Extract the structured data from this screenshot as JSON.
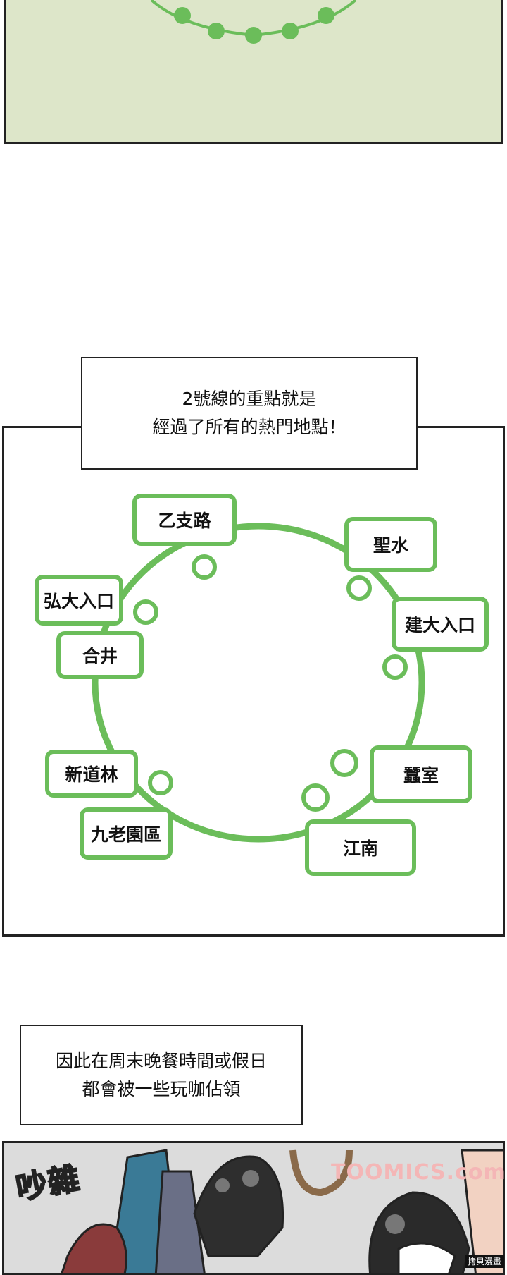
{
  "captions": {
    "first": [
      "2號線的重點就是",
      "經過了所有的熱門地點！"
    ],
    "second": [
      "因此在周末晚餐時間或假日",
      "都會被一些玩咖佔領"
    ]
  },
  "stations": [
    "乙支路",
    "聖水",
    "弘大入口",
    "建大入口",
    "合井",
    "新道林",
    "蠶室",
    "九老園區",
    "江南"
  ],
  "sfx": "吵雜",
  "watermark": "TOOMICS.com",
  "corner_mark": "拷貝漫畫",
  "colors": {
    "line_green": "#6bbd5a",
    "top_panel_bg": "#dde6c9",
    "ink": "#222222"
  }
}
